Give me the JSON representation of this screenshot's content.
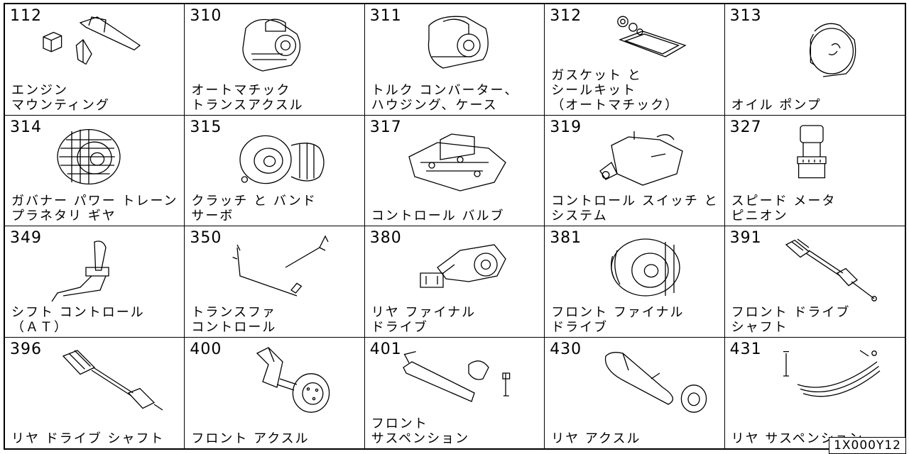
{
  "catalog_ref": "1X000Y12",
  "sections": [
    {
      "code": "112",
      "lines": [
        "エンジン",
        "マウンティング"
      ],
      "icon": "engine-mounting-icon"
    },
    {
      "code": "310",
      "lines": [
        "オートマチック",
        "トランスアクスル"
      ],
      "icon": "automatic-transaxle-icon"
    },
    {
      "code": "311",
      "lines": [
        "トルク コンバーター、",
        "ハウジング、ケース"
      ],
      "icon": "torque-converter-housing-icon"
    },
    {
      "code": "312",
      "lines": [
        "ガスケット と",
        "シールキット",
        "（オートマチック）"
      ],
      "icon": "gasket-seal-kit-icon"
    },
    {
      "code": "313",
      "lines": [
        "オイル ポンプ"
      ],
      "icon": "oil-pump-icon"
    },
    {
      "code": "314",
      "lines": [
        "ガバナー パワー トレーン",
        "プラネタリ ギヤ"
      ],
      "icon": "planetary-gear-icon"
    },
    {
      "code": "315",
      "lines": [
        "クラッチ と バンド",
        "サーボ"
      ],
      "icon": "clutch-band-servo-icon"
    },
    {
      "code": "317",
      "lines": [
        "コントロール バルブ"
      ],
      "icon": "control-valve-icon"
    },
    {
      "code": "319",
      "lines": [
        "コントロール スイッチ と",
        "システム"
      ],
      "icon": "control-switch-icon"
    },
    {
      "code": "327",
      "lines": [
        "スピード メータ",
        "ピニオン"
      ],
      "icon": "speedometer-pinion-icon"
    },
    {
      "code": "349",
      "lines": [
        "シフト コントロール",
        "（ＡＴ）"
      ],
      "icon": "shift-control-icon"
    },
    {
      "code": "350",
      "lines": [
        "トランスファ",
        "コントロール"
      ],
      "icon": "transfer-control-icon"
    },
    {
      "code": "380",
      "lines": [
        "リヤ ファイナル",
        "ドライブ"
      ],
      "icon": "rear-final-drive-icon"
    },
    {
      "code": "381",
      "lines": [
        "フロント ファイナル",
        "ドライブ"
      ],
      "icon": "front-final-drive-icon"
    },
    {
      "code": "391",
      "lines": [
        "フロント ドライブ",
        "シャフト"
      ],
      "icon": "front-drive-shaft-icon"
    },
    {
      "code": "396",
      "lines": [
        "リヤ ドライブ シャフト"
      ],
      "icon": "rear-drive-shaft-icon"
    },
    {
      "code": "400",
      "lines": [
        "フロント アクスル"
      ],
      "icon": "front-axle-icon"
    },
    {
      "code": "401",
      "lines": [
        "フロント",
        "サスペンション"
      ],
      "icon": "front-suspension-icon"
    },
    {
      "code": "430",
      "lines": [
        "リヤ アクスル"
      ],
      "icon": "rear-axle-icon"
    },
    {
      "code": "431",
      "lines": [
        "リヤ サスペンション"
      ],
      "icon": "rear-suspension-icon"
    }
  ]
}
